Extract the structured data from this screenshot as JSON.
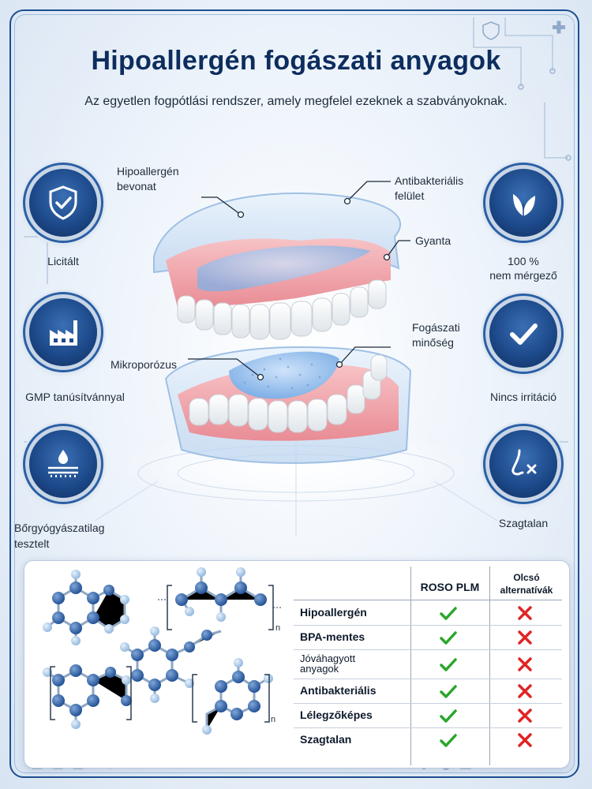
{
  "header": {
    "title": "Hipoallergén fogászati anyagok",
    "subtitle": "Az egyetlen fogpótlási rendszer, amely megfelel ezeknek a szabványoknak."
  },
  "badges_left": [
    {
      "label": "Licitált",
      "icon": "shield-check-icon"
    },
    {
      "label": "GMP tanúsítvánnyal",
      "icon": "factory-icon"
    },
    {
      "label_line1": "Bőrgyógyászatilag",
      "label_line2": "tesztelt",
      "icon": "skin-layers-icon"
    }
  ],
  "badges_right": [
    {
      "label_line1": "100 %",
      "label_line2": "nem mérgező",
      "icon": "leaf-icon"
    },
    {
      "label": "Nincs irritáció",
      "icon": "checkmark-icon"
    },
    {
      "label": "Szagtalan",
      "icon": "nose-x-icon"
    }
  ],
  "callouts": {
    "hypo_line1": "Hipoallergén",
    "hypo_line2": "bevonat",
    "anti_line1": "Antibakteriális",
    "anti_line2": "felület",
    "resin": "Gyanta",
    "quality_line1": "Fogászati",
    "quality_line2": "minőség",
    "microporous": "Mikroporózus"
  },
  "molecule_subscript": "n",
  "comparison": {
    "col_brand": "ROSO PLM",
    "col_alt_line1": "Olcsó",
    "col_alt_line2": "alternatívák",
    "rows": [
      {
        "label": "Hipoallergén",
        "brand": "yes",
        "alt": "no"
      },
      {
        "label": "BPA-mentes",
        "brand": "yes",
        "alt": "no"
      },
      {
        "label_line1": "Jóváhagyott",
        "label_line2": "anyagok",
        "brand": "yes",
        "alt": "no"
      },
      {
        "label": "Antibakteriális",
        "brand": "yes",
        "alt": "no"
      },
      {
        "label": "Lélegzőképes",
        "brand": "yes",
        "alt": "no"
      },
      {
        "label": "Szagtalan",
        "brand": "yes",
        "alt": "no"
      }
    ]
  },
  "colors": {
    "primary": "#1d4a8b",
    "check": "#2aa62a",
    "cross": "#e02424",
    "gum": "#f2a3aa"
  }
}
